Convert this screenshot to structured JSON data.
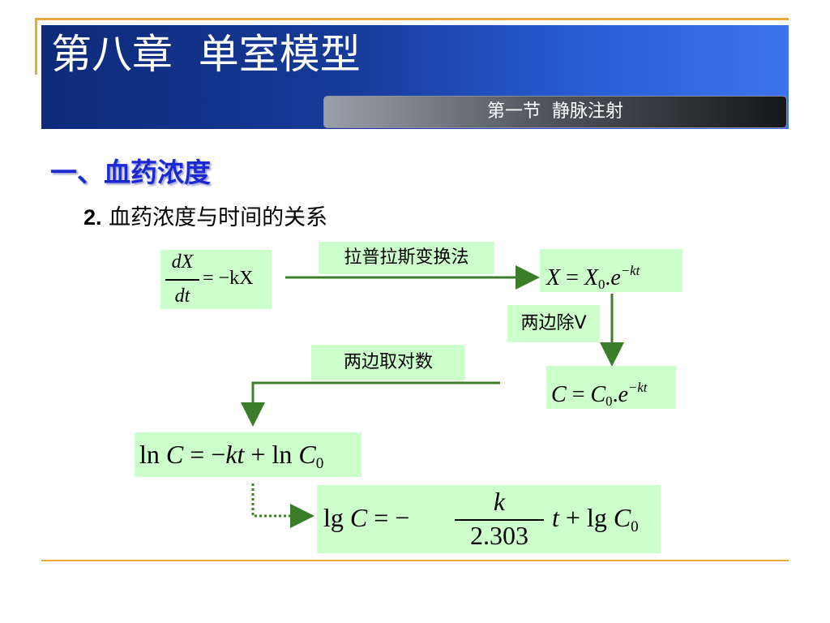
{
  "header": {
    "chapter_title": "第八章  单室模型",
    "section_title": "第一节  静脉注射"
  },
  "heading": {
    "title": "一、血药浓度",
    "subheading_number": "2.",
    "subheading_text": "血药浓度与时间的关系"
  },
  "labels": {
    "laplace": "拉普拉斯变换法",
    "divide_v": "两边除V",
    "take_log": "两边取对数"
  },
  "equations": {
    "eq1": {
      "numerator": "dX",
      "denominator": "dt",
      "rhs": "= −kX"
    },
    "eq2": {
      "lhs": "X",
      "eq": " = ",
      "var": "X",
      "sub": "0",
      "dot": ".",
      "base": "e",
      "sup": "−kt"
    },
    "eq3": {
      "lhs": "C",
      "eq": " = ",
      "var": "C",
      "sub": "0",
      "dot": ".",
      "base": "e",
      "sup": "−kt"
    },
    "eq4": {
      "ln1": "ln",
      "c1": "C",
      "mid": " = −",
      "kt": "kt",
      "plus": " + ln ",
      "c2": "C",
      "sub": "0"
    },
    "eq5": {
      "lg1": "lg ",
      "c1": "C",
      "eqm": " = −",
      "frac_num": "k",
      "frac_den": "2.303",
      "t": "t",
      "plus": " + lg ",
      "c2": "C",
      "sub": "0"
    }
  },
  "colors": {
    "header_blue": "#1a3fa8",
    "gold_rule": "#e8a93a",
    "heading_blue": "#1b28d4",
    "box_green": "#ccffcc",
    "arrow_green": "#3c7d2a"
  }
}
